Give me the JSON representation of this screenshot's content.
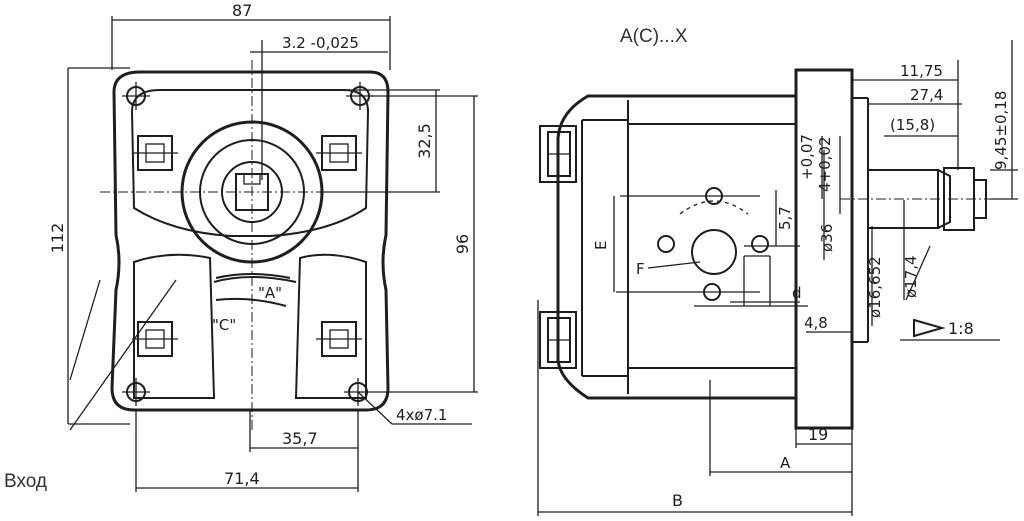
{
  "drawing": {
    "title": "A(C)...X",
    "inlet_label": "Вход",
    "front_view": {
      "dim_width_top": "87",
      "dim_shaft_key": "3.2 -0,025",
      "dim_height_left": "112",
      "dim_shaft_height": "32,5",
      "dim_hole_height": "96",
      "dim_mount_holes": "4xø7.1",
      "dim_half_spacing": "35,7",
      "dim_hole_spacing": "71,4",
      "rotation_label_a": "\"A\"",
      "rotation_label_c": "\"C\""
    },
    "side_view": {
      "dim_11_75": "11,75",
      "dim_27_4": "27,4",
      "dim_15_8": "(15,8)",
      "dim_9_45": "9,45±0,18",
      "dim_tol_1": "+0,07",
      "dim_tol_2": "4+0,02",
      "dim_5_7": "5,7",
      "dim_d36": "ø36",
      "dim_d16_652": "ø16,652",
      "dim_d17_4": "ø17,4",
      "dim_4_8": "4,8",
      "dim_taper": "1:8",
      "dim_19": "19",
      "dim_A": "A",
      "dim_B": "B",
      "port_E": "E",
      "port_F": "F",
      "port_d": "d"
    }
  }
}
